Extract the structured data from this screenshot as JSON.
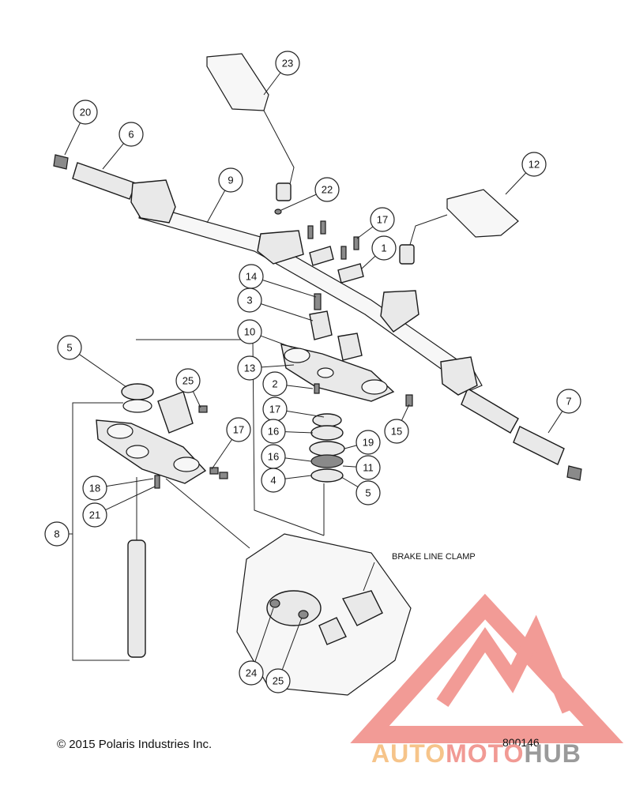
{
  "diagram": {
    "part_number": "800146",
    "copyright": "© 2015 Polaris Industries Inc.",
    "inset_label": "BRAKE LINE CLAMP",
    "callouts": [
      {
        "label": "23"
      },
      {
        "label": "20"
      },
      {
        "label": "6"
      },
      {
        "label": "9"
      },
      {
        "label": "22"
      },
      {
        "label": "12"
      },
      {
        "label": "17"
      },
      {
        "label": "1"
      },
      {
        "label": "14"
      },
      {
        "label": "3"
      },
      {
        "label": "10"
      },
      {
        "label": "13"
      },
      {
        "label": "2"
      },
      {
        "label": "17"
      },
      {
        "label": "15"
      },
      {
        "label": "16"
      },
      {
        "label": "19"
      },
      {
        "label": "16"
      },
      {
        "label": "11"
      },
      {
        "label": "4"
      },
      {
        "label": "5"
      },
      {
        "label": "7"
      },
      {
        "label": "5"
      },
      {
        "label": "25"
      },
      {
        "label": "17"
      },
      {
        "label": "18"
      },
      {
        "label": "21"
      },
      {
        "label": "8"
      },
      {
        "label": "24"
      },
      {
        "label": "25"
      }
    ]
  },
  "watermark": {
    "part1": "AUTO",
    "part2": "MOTO",
    "part3": "HUB",
    "colors": {
      "part1": "#f6c48a",
      "part2": "#f19a94",
      "part3": "#9a9a9a",
      "logo": "#f08a84"
    }
  }
}
